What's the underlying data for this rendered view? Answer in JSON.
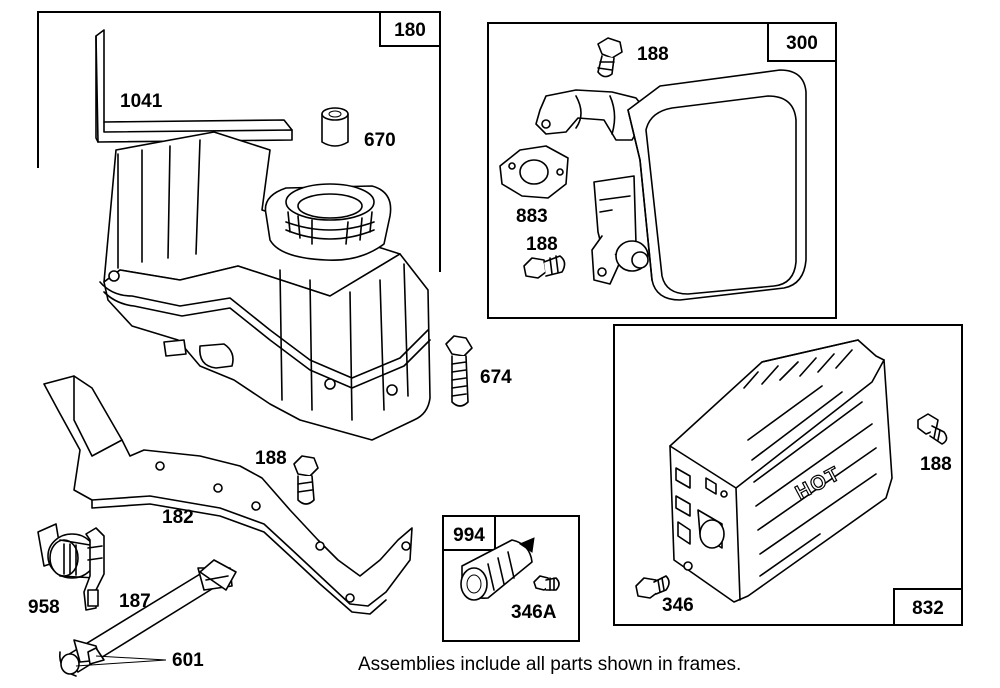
{
  "frames": {
    "f180": "180",
    "f300": "300",
    "f832": "832",
    "f994": "994"
  },
  "parts": {
    "p1041": "1041",
    "p670": "670",
    "p188_a": "188",
    "p883": "883",
    "p188_b": "188",
    "p674": "674",
    "p188_c": "188",
    "p182": "182",
    "p188_d": "188",
    "p346": "346",
    "p346A": "346A",
    "p958": "958",
    "p187": "187",
    "p601": "601"
  },
  "decal_text": "HOT",
  "footnote": "Assemblies include all parts shown in frames."
}
